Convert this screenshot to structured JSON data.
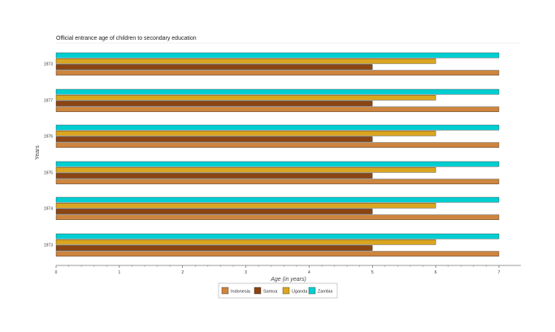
{
  "chart_data": {
    "type": "bar",
    "orientation": "horizontal",
    "title": "Official entrance age of children to secondary education",
    "xlabel": "Age (in years)",
    "ylabel": "Years",
    "xlim": [
      0,
      7
    ],
    "xticks": [
      "0",
      "1",
      "2",
      "3",
      "4",
      "5",
      "6",
      "7"
    ],
    "categories": [
      "1973",
      "1977",
      "1976",
      "1975",
      "1974",
      "1973"
    ],
    "series": [
      {
        "name": "Indonesia",
        "color": "#cd853f",
        "values": [
          7,
          7,
          7,
          7,
          7,
          7
        ]
      },
      {
        "name": "Samoa",
        "color": "#8b4513",
        "values": [
          5,
          5,
          5,
          5,
          5,
          5
        ]
      },
      {
        "name": "Uganda",
        "color": "#daa520",
        "values": [
          6,
          6,
          6,
          6,
          6,
          6
        ]
      },
      {
        "name": "Zambia",
        "color": "#00ced1",
        "values": [
          7,
          7,
          7,
          7,
          7,
          7
        ]
      }
    ],
    "grid": false,
    "legend_position": "bottom"
  }
}
